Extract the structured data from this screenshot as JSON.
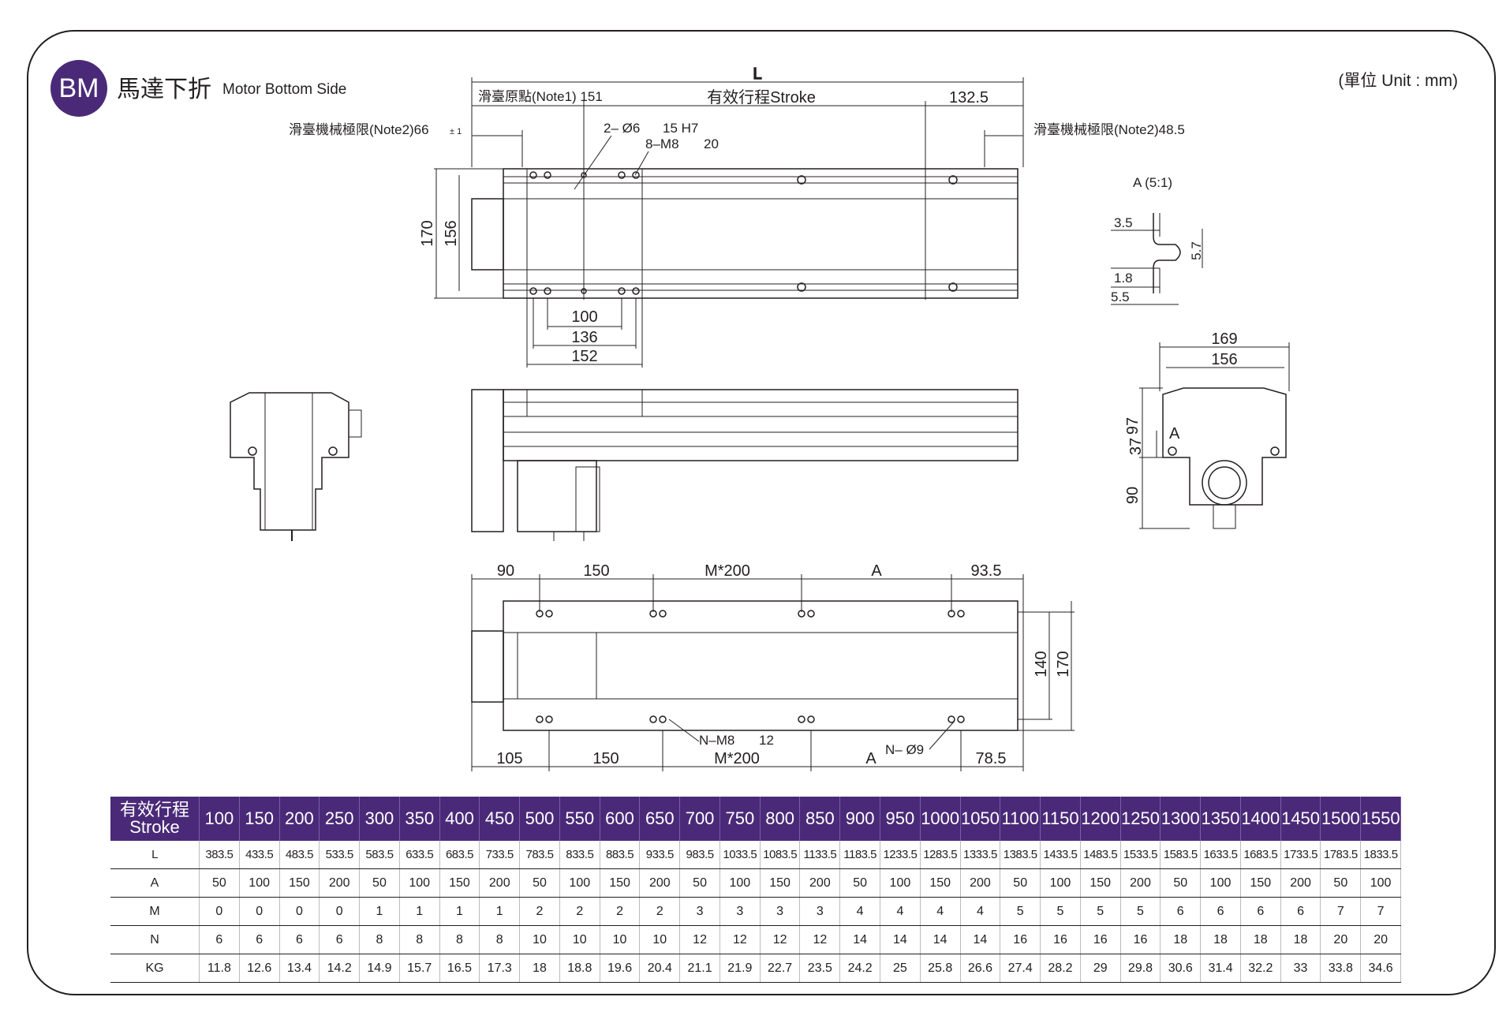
{
  "header": {
    "badge": "BM",
    "title_zh": "馬達下折",
    "title_en": "Motor Bottom Side",
    "unit": "(單位 Unit : mm)"
  },
  "top_view": {
    "L": "L",
    "origin_label": "滑臺原點(Note1) 151",
    "stroke_label": "有效行程Stroke",
    "end_dim": "132.5",
    "mech_limit_left": "滑臺機械極限(Note2)66",
    "mech_limit_left_tol": "± 1",
    "mech_limit_right": "滑臺機械極限(Note2)48.5",
    "hole_callout_1": "2– Ø6",
    "hole_callout_1b": "15 H7",
    "hole_callout_2": "8–M8",
    "hole_callout_2b": "20",
    "height_170": "170",
    "height_156": "156",
    "w100": "100",
    "w136": "136",
    "w152": "152"
  },
  "detail": {
    "title": "A (5:1)",
    "d35": "3.5",
    "d57": "5.7",
    "d18": "1.8",
    "d55": "5.5"
  },
  "end_view": {
    "w169": "169",
    "w156": "156",
    "h97": "97",
    "h37": "37",
    "h90": "90",
    "mark_A": "A"
  },
  "bottom_view": {
    "d90": "90",
    "d150": "150",
    "dM200": "M*200",
    "dA": "A",
    "d935": "93.5",
    "h140": "140",
    "h170": "170",
    "d105": "105",
    "d150b": "150",
    "dM200b": "M*200",
    "dAb": "A",
    "d785": "78.5",
    "callout_N": "N–M8",
    "callout_N_b": "12",
    "callout_O": "N– Ø9"
  },
  "table": {
    "header_zh": "有效行程",
    "header_en": "Stroke",
    "strokes": [
      "100",
      "150",
      "200",
      "250",
      "300",
      "350",
      "400",
      "450",
      "500",
      "550",
      "600",
      "650",
      "700",
      "750",
      "800",
      "850",
      "900",
      "950",
      "1000",
      "1050",
      "1100",
      "1150",
      "1200",
      "1250",
      "1300",
      "1350",
      "1400",
      "1450",
      "1500",
      "1550"
    ],
    "rows": [
      {
        "label": "L",
        "values": [
          "383.5",
          "433.5",
          "483.5",
          "533.5",
          "583.5",
          "633.5",
          "683.5",
          "733.5",
          "783.5",
          "833.5",
          "883.5",
          "933.5",
          "983.5",
          "1033.5",
          "1083.5",
          "1133.5",
          "1183.5",
          "1233.5",
          "1283.5",
          "1333.5",
          "1383.5",
          "1433.5",
          "1483.5",
          "1533.5",
          "1583.5",
          "1633.5",
          "1683.5",
          "1733.5",
          "1783.5",
          "1833.5"
        ]
      },
      {
        "label": "A",
        "values": [
          "50",
          "100",
          "150",
          "200",
          "50",
          "100",
          "150",
          "200",
          "50",
          "100",
          "150",
          "200",
          "50",
          "100",
          "150",
          "200",
          "50",
          "100",
          "150",
          "200",
          "50",
          "100",
          "150",
          "200",
          "50",
          "100",
          "150",
          "200",
          "50",
          "100"
        ]
      },
      {
        "label": "M",
        "values": [
          "0",
          "0",
          "0",
          "0",
          "1",
          "1",
          "1",
          "1",
          "2",
          "2",
          "2",
          "2",
          "3",
          "3",
          "3",
          "3",
          "4",
          "4",
          "4",
          "4",
          "5",
          "5",
          "5",
          "5",
          "6",
          "6",
          "6",
          "6",
          "7",
          "7"
        ]
      },
      {
        "label": "N",
        "values": [
          "6",
          "6",
          "6",
          "6",
          "8",
          "8",
          "8",
          "8",
          "10",
          "10",
          "10",
          "10",
          "12",
          "12",
          "12",
          "12",
          "14",
          "14",
          "14",
          "14",
          "16",
          "16",
          "16",
          "16",
          "18",
          "18",
          "18",
          "18",
          "20",
          "20"
        ]
      },
      {
        "label": "KG",
        "values": [
          "11.8",
          "12.6",
          "13.4",
          "14.2",
          "14.9",
          "15.7",
          "16.5",
          "17.3",
          "18",
          "18.8",
          "19.6",
          "20.4",
          "21.1",
          "21.9",
          "22.7",
          "23.5",
          "24.2",
          "25",
          "25.8",
          "26.6",
          "27.4",
          "28.2",
          "29",
          "29.8",
          "30.6",
          "31.4",
          "32.2",
          "33",
          "33.8",
          "34.6"
        ]
      }
    ]
  }
}
